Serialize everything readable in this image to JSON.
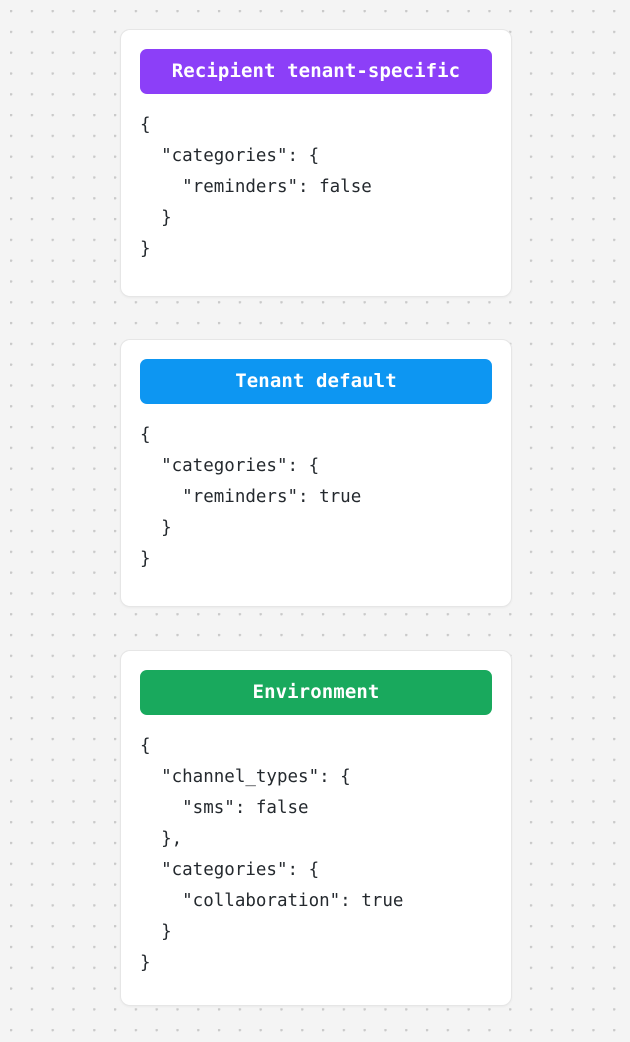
{
  "page": {
    "background_color": "#f4f4f4",
    "dot_color": "#c9c9c9",
    "card_background": "#ffffff"
  },
  "cards": [
    {
      "id": "recipient-tenant-specific",
      "header_label": "Recipient tenant-specific",
      "header_color": "#8c3ff8",
      "header_text_color": "#ffffff",
      "body": "{\n  \"categories\": {\n    \"reminders\": false\n  }\n}"
    },
    {
      "id": "tenant-default",
      "header_label": "Tenant default",
      "header_color": "#0d96f2",
      "header_text_color": "#ffffff",
      "body": "{\n  \"categories\": {\n    \"reminders\": true\n  }\n}"
    },
    {
      "id": "environment",
      "header_label": "Environment",
      "header_color": "#19a95d",
      "header_text_color": "#ffffff",
      "body": "{\n  \"channel_types\": {\n    \"sms\": false\n  },\n  \"categories\": {\n    \"collaboration\": true\n  }\n}"
    }
  ]
}
